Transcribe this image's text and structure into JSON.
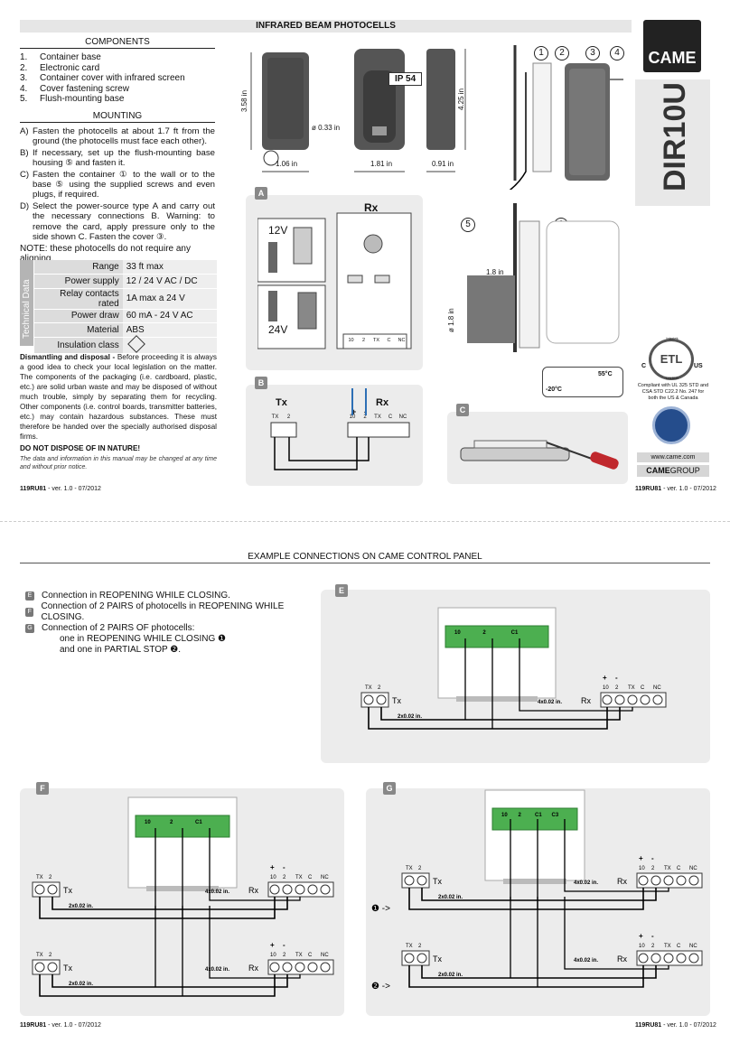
{
  "top": {
    "title": "INFRARED BEAM PHOTOCELLS",
    "components_heading": "COMPONENTS",
    "components": [
      {
        "n": "1.",
        "t": "Container base"
      },
      {
        "n": "2.",
        "t": "Electronic card"
      },
      {
        "n": "3.",
        "t": "Container cover with infrared screen"
      },
      {
        "n": "4.",
        "t": "Cover fastening screw"
      },
      {
        "n": "5.",
        "t": "Flush-mounting base"
      }
    ],
    "mounting_heading": "MOUNTING",
    "mounting": [
      {
        "n": "A)",
        "t": "Fasten the photocells at about 1.7 ft from the ground (the photocells must face each other)."
      },
      {
        "n": "B)",
        "t": "If necessary, set up the flush-mounting base housing ⑤ and fasten it."
      },
      {
        "n": "C)",
        "t": "Fasten the container ① to the wall or to the base ⑤ using the supplied screws and even plugs, if required."
      },
      {
        "n": "D)",
        "t": "Select the power-source type A and carry out the necessary connections B. Warning: to remove the card, apply pressure only to the side shown C. Fasten the cover ③."
      }
    ],
    "note": "NOTE: these photocells do not require any aligning.",
    "tech_label": "Technical Data",
    "tech": [
      {
        "k": "Range",
        "v": "33 ft max"
      },
      {
        "k": "Power supply",
        "v": "12 / 24 V AC / DC"
      },
      {
        "k": "Relay contacts rated",
        "v": "1A max a 24 V"
      },
      {
        "k": "Power draw",
        "v": "60 mA - 24 V AC"
      },
      {
        "k": "Material",
        "v": "ABS"
      },
      {
        "k": "Insulation class",
        "v": ""
      }
    ],
    "disposal_title": "Dismantling and disposal -",
    "disposal_text": "Before proceeding it is always a good idea to check your local legislation on the matter. The components of the packaging (i.e. cardboard, plastic, etc.) are solid urban waste and may be disposed of without much trouble, simply by separating them for recycling. Other components (i.e. control boards, transmitter batteries, etc.) may contain hazardous substances. These must therefore be handed over the specially authorised disposal firms.",
    "no_dispose": "DO NOT DISPOSE OF IN NATURE!",
    "disclaimer": "The data and information in this manual may be changed at any time and without prior notice.",
    "dims": {
      "h": "3.58 in",
      "d": "ø 0.33 in",
      "w1": "1.06 in",
      "w2": "1.81 in",
      "w3": "0.91 in",
      "h2": "4.25 in",
      "ip": "IP 54",
      "flush_w": "1.8 in",
      "flush_d": "ø 1.8 in"
    },
    "callouts": [
      "1",
      "2",
      "3",
      "4",
      "5",
      "1"
    ],
    "panel_a": {
      "label": "A",
      "rx": "Rx",
      "v12": "12V",
      "v24": "24V",
      "terms": [
        "10",
        "2",
        "TX",
        "C",
        "NC"
      ]
    },
    "panel_b": {
      "label": "B",
      "tx": "Tx",
      "rx": "Rx",
      "tx_terms": [
        "TX",
        "2"
      ],
      "rx_terms": [
        "10",
        "2",
        "TX",
        "C",
        "NC"
      ],
      "plus": "+",
      "minus": "-"
    },
    "panel_c": {
      "label": "C"
    },
    "temps": {
      "low": "-20°C",
      "high": "55°C"
    },
    "model": "DIR10U",
    "brand": "CAME",
    "cert_text": "Compliant with UL 325 STD and CSA STD C22.2 No. 247 for both the US & Canada",
    "etl": {
      "c": "C",
      "us": "US",
      "mark": "ETL",
      "intertek": "Intertek",
      "listed": "LISTED"
    },
    "website": "www.came.com",
    "group_bold": "CAME",
    "group_rest": "GROUP",
    "footer_code": "119RU81",
    "footer_ver": "- ver. 1.0 - 07/2012"
  },
  "bottom": {
    "title": "EXAMPLE CONNECTIONS ON CAME CONTROL PANEL",
    "examples": [
      {
        "tag": "E",
        "t": "Connection in REOPENING WHILE CLOSING."
      },
      {
        "tag": "F",
        "t": "Connection of 2 PAIRS of photocells in REOPENING WHILE CLOSING."
      },
      {
        "tag": "G",
        "t": "Connection of 2 PAIRS OF photocells:"
      },
      {
        "tag": "",
        "t": "one in REOPENING WHILE CLOSING ❶"
      },
      {
        "tag": "",
        "t": "and one in PARTIAL STOP ❷."
      }
    ],
    "panel_e": {
      "label": "E",
      "board": [
        "10",
        "2",
        "C1"
      ],
      "tx": "Tx",
      "rx": "Rx",
      "cable1": "2x0.02 in.",
      "cable2": "4x0.02 in."
    },
    "panel_f": {
      "label": "F",
      "board": [
        "10",
        "2",
        "C1"
      ]
    },
    "panel_g": {
      "label": "G",
      "board": [
        "10",
        "2",
        "C1",
        "C3"
      ],
      "m1": "❶ ->",
      "m2": "❷ ->"
    },
    "tx_terms": [
      "TX",
      "2"
    ],
    "rx_terms": [
      "10",
      "2",
      "TX",
      "C",
      "NC"
    ],
    "plus": "+",
    "minus": "-",
    "footer_code": "119RU81",
    "footer_ver": "- ver. 1.0 - 07/2012"
  }
}
